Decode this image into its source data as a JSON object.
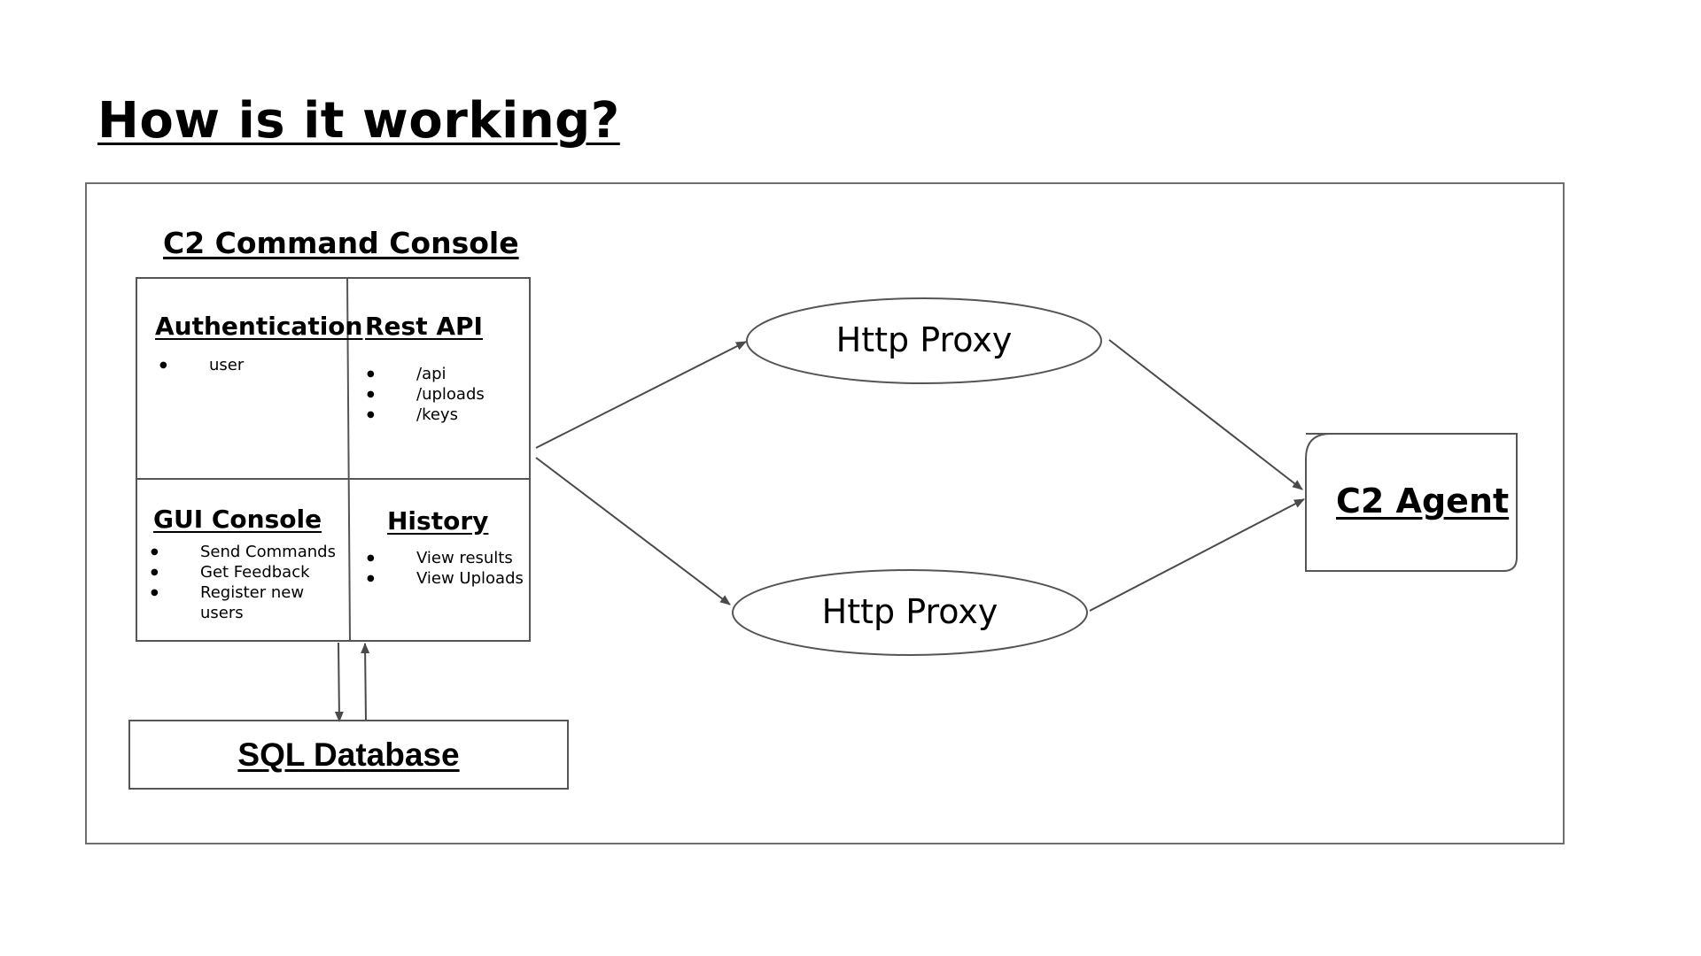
{
  "title": "How is it working?",
  "console": {
    "title": "C2 Command Console",
    "authentication": {
      "title": "Authentication",
      "items": [
        "user"
      ]
    },
    "rest_api": {
      "title": "Rest API",
      "items": [
        "/api",
        "/uploads",
        "/keys"
      ]
    },
    "gui_console": {
      "title": "GUI Console",
      "items": [
        "Send Commands",
        "Get Feedback",
        "Register new users"
      ]
    },
    "history": {
      "title": "History",
      "items": [
        "View results",
        "View Uploads"
      ]
    }
  },
  "proxies": [
    {
      "label": "Http Proxy"
    },
    {
      "label": "Http Proxy"
    }
  ],
  "agent": {
    "label": "C2 Agent"
  },
  "database": {
    "label": "SQL Database"
  }
}
